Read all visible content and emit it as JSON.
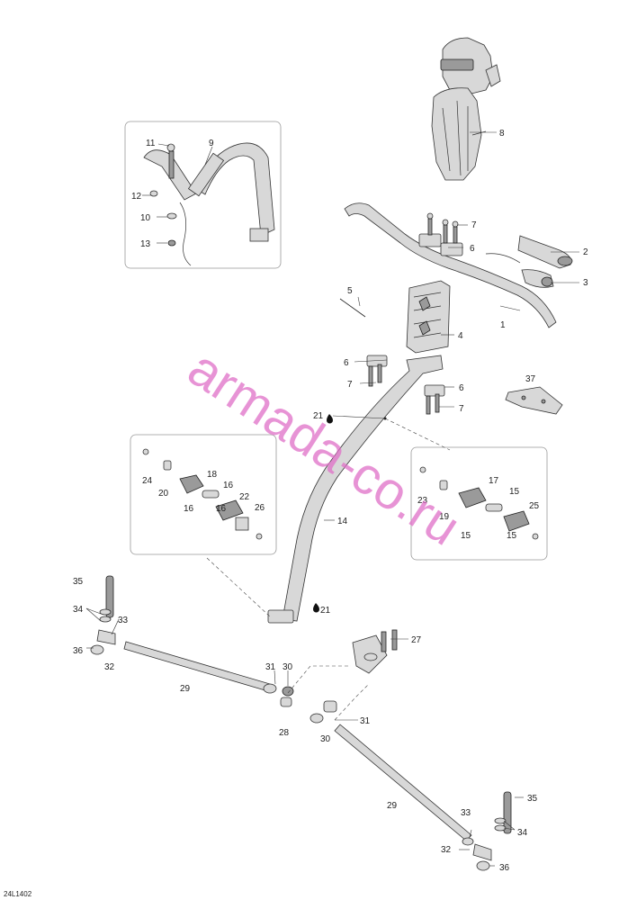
{
  "diagram": {
    "watermark": "armada-co.ru",
    "drawing_code": "24L1402",
    "callouts": [
      "1",
      "2",
      "3",
      "4",
      "5",
      "6",
      "7",
      "8",
      "9",
      "10",
      "11",
      "12",
      "13",
      "14",
      "15",
      "16",
      "17",
      "18",
      "19",
      "20",
      "21",
      "22",
      "23",
      "24",
      "25",
      "26",
      "27",
      "28",
      "29",
      "30",
      "31",
      "32",
      "33",
      "34",
      "35",
      "36",
      "37"
    ]
  }
}
